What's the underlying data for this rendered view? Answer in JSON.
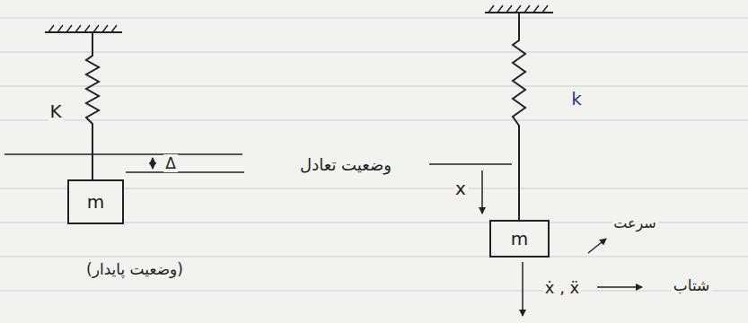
{
  "diagram": {
    "nodes": [
      {
        "text": [
          "m"
        ]
      },
      {
        "text": [
          "m"
        ]
      }
    ],
    "labels": [
      "K",
      "Δ",
      "(وضعیت پایدار)",
      "وضعیت تعادل",
      "x",
      "k",
      "ẋ , ẍ",
      "سرعت",
      "شتاب"
    ]
  }
}
